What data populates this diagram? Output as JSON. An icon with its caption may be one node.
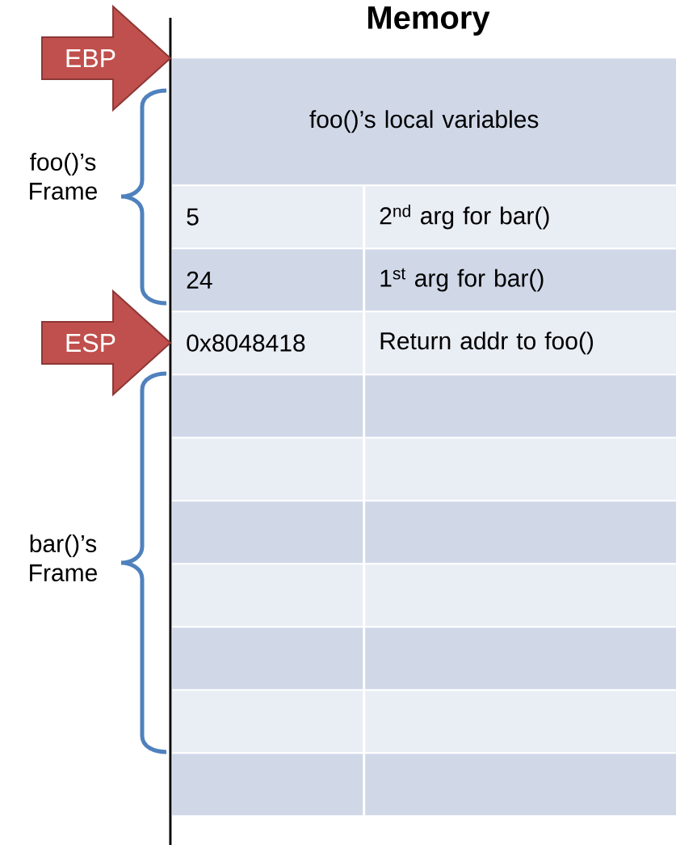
{
  "diagram": {
    "title": "Memory",
    "nodes": [
      {
        "text": [
          "EBP"
        ]
      },
      {
        "text": [
          "foo()’s local variables"
        ]
      },
      {
        "text": [
          "5"
        ]
      },
      {
        "text": [
          "2$^{nd}$ arg for bar()"
        ]
      },
      {
        "text": [
          "24"
        ]
      },
      {
        "text": [
          "1$^{st}$ arg for bar()"
        ]
      },
      {
        "text": [
          "ESP"
        ]
      },
      {
        "text": [
          "0x8048418"
        ]
      },
      {
        "text": [
          "Return addr to foo()"
        ]
      },
      {
        "text": [],
        "shape": "box"
      },
      {
        "text": [],
        "shape": "box"
      },
      {
        "text": [],
        "shape": "box"
      },
      {
        "text": [],
        "shape": "box"
      },
      {
        "text": [],
        "shape": "box"
      },
      {
        "text": [],
        "shape": "box"
      },
      {
        "text": [],
        "shape": "box"
      },
      {
        "text": [],
        "shape": "box"
      },
      {
        "text": [],
        "shape": "box"
      },
      {
        "text": [],
        "shape": "box"
      },
      {
        "text": [],
        "shape": "box"
      },
      {
        "text": [],
        "shape": "box"
      },
      {
        "text": [],
        "shape": "box"
      },
      {
        "text": [],
        "shape": "box"
      }
    ],
    "edges": [],
    "labels": [
      "foo()’s Frame",
      "bar()’s Frame"
    ]
  }
}
